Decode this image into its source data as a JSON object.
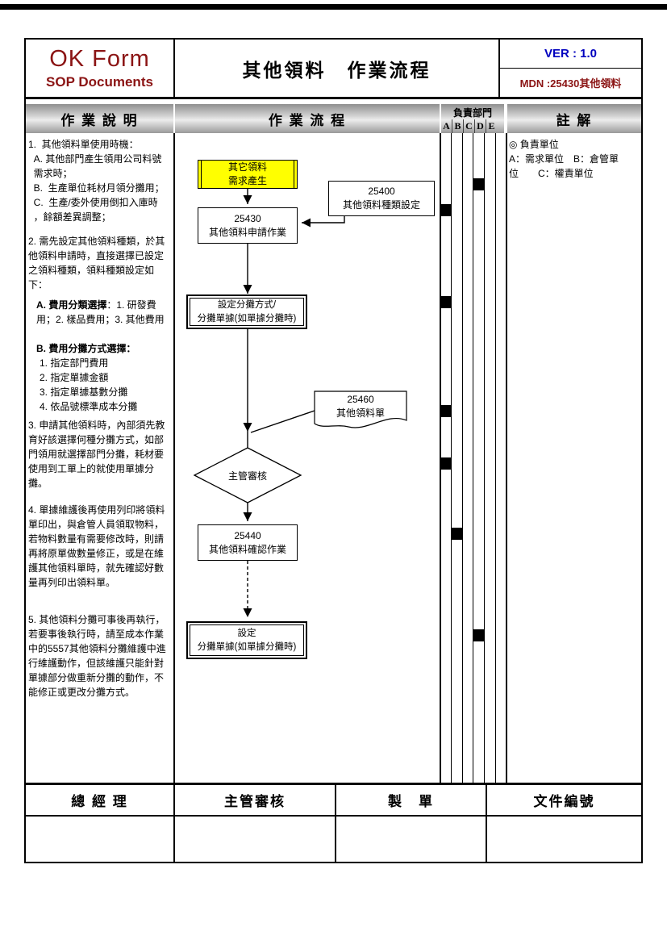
{
  "header": {
    "form_name": "OK Form",
    "form_subtitle": "SOP Documents",
    "title": "其他領料　作業流程",
    "version": "VER : 1.0",
    "mdn": "MDN :25430其他領料"
  },
  "band": {
    "col_description": "作 業 說 明",
    "col_flow": "作 業 流 程",
    "col_dept": "負責部門",
    "dept_letters": [
      "A",
      "B",
      "C",
      "D",
      "E"
    ],
    "col_note": "註 解"
  },
  "description": {
    "p1": "1.  其他領料單使用時機：\n  A. 其他部門產生領用公司料號\n  需求時；\n  B.  生產單位耗材月領分攤用；\n  C.  生產/委外使用倒扣入庫時\n  ，餘額差異調整；",
    "p2": "2. 需先設定其他領料種類，於其他領料申請時，直接選擇已設定之領料種類，領料種類設定如下：",
    "p3_bold": "A. 費用分類選擇",
    "p3_rest": "：1. 研發費用；2.  樣品費用；3. 其他費用",
    "p4_bold": "B. 費用分攤方式選擇：",
    "p4_rest": "1. 指定部門費用\n2. 指定單據金額\n3. 指定單據基數分攤\n4. 依品號標準成本分攤",
    "p5": "3. 申請其他領料時，內部須先教育好該選擇何種分攤方式，如部門領用就選擇部門分攤，耗材要使用到工單上的就使用單據分攤。",
    "p6": "4. 單據維護後再使用列印將領料單印出，與倉管人員領取物料，若物料數量有需要修改時，則請再將原單做數量修正，或是在維護其他領料單時，就先確認好數量再列印出領料單。",
    "p7": "5. 其他領料分攤可事後再執行，若要事後執行時，請至成本作業中的5557其他領料分攤維護中進行維護動作，但該維護只能針對單據部分做重新分攤的動作，不能修正或更改分攤方式。"
  },
  "flow": {
    "start": {
      "line1": "其它領料",
      "line2": "需求產生"
    },
    "box_25400": {
      "line1": "25400",
      "line2": "其他領料種類設定"
    },
    "box_25430": {
      "line1": "25430",
      "line2": "其他領料申請作業"
    },
    "box_set_method": {
      "line1": "設定分攤方式/",
      "line2": "分攤單據(如單據分攤時)"
    },
    "doc_25460": {
      "line1": "25460",
      "line2": "其他領料單"
    },
    "decision": "主管審核",
    "box_25440": {
      "line1": "25440",
      "line2": "其他領料確認作業"
    },
    "box_set_doc": {
      "line1": "設定",
      "line2": "分攤單據(如單據分攤時)"
    }
  },
  "note": {
    "line1": "◎  負責單位",
    "line2": "A：需求單位　B：倉管單",
    "line3": "位　　C：權責單位"
  },
  "footer": {
    "gm": "總 經 理",
    "review": "主管審核",
    "maker": "製　單",
    "doc_no": "文件編號"
  },
  "colors": {
    "accent_red": "#8b1414",
    "accent_blue": "#0000bf",
    "highlight_yellow": "#ffff00",
    "band_gray": "#b0b0b0"
  }
}
